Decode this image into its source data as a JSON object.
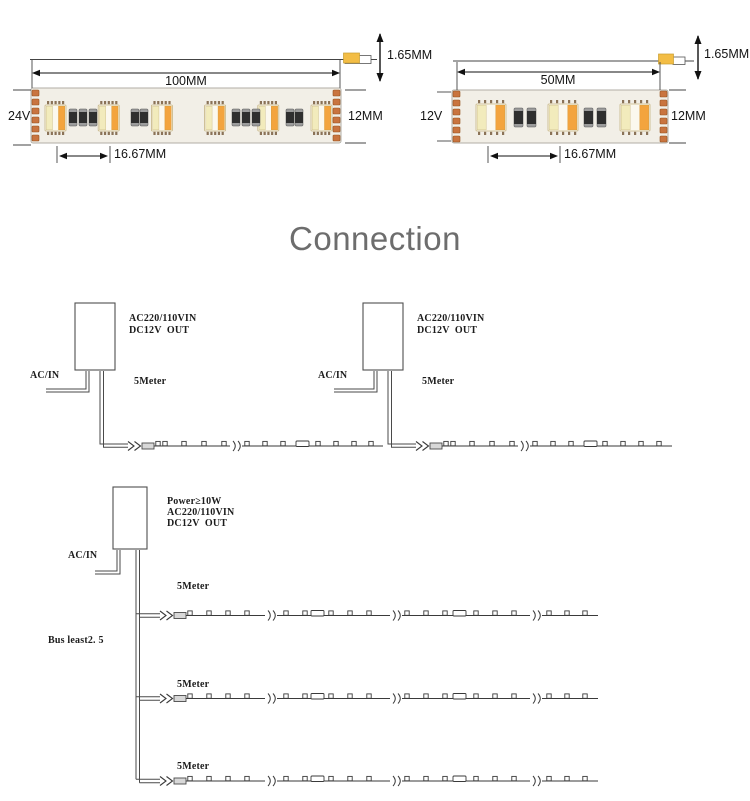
{
  "section_title": "Connection",
  "strips": [
    {
      "voltage": "24V",
      "length_label": "100MM",
      "width_label": "12MM",
      "pitch_label": "16.67MM",
      "thickness_label": "1.65MM",
      "led_count": 6
    },
    {
      "voltage": "12V",
      "length_label": "50MM",
      "width_label": "12MM",
      "pitch_label": "16.67MM",
      "thickness_label": "1.65MM",
      "led_count": 3
    }
  ],
  "connections": [
    {
      "psu": [
        "AC220/110VIN",
        "DC12V  OUT"
      ],
      "ac_in": "AC/IN",
      "length": "5Meter"
    },
    {
      "psu": [
        "AC220/110VIN",
        "DC12V  OUT"
      ],
      "ac_in": "AC/IN",
      "length": "5Meter"
    }
  ],
  "bus_diagram": {
    "psu": [
      "Power≥10W",
      "AC220/110VIN",
      "DC12V  OUT"
    ],
    "ac_in": "AC/IN",
    "bus_note": "Bus least2. 5",
    "rows": [
      {
        "length": "5Meter"
      },
      {
        "length": "5Meter"
      },
      {
        "length": "5Meter"
      }
    ]
  },
  "colors": {
    "pad_copper": "#c9743f",
    "led_yellow": "#f2ebbc",
    "led_orange": "#f3a43e",
    "side_view_yellow": "#f3bd45",
    "heading_gray": "#6d6d6d"
  }
}
